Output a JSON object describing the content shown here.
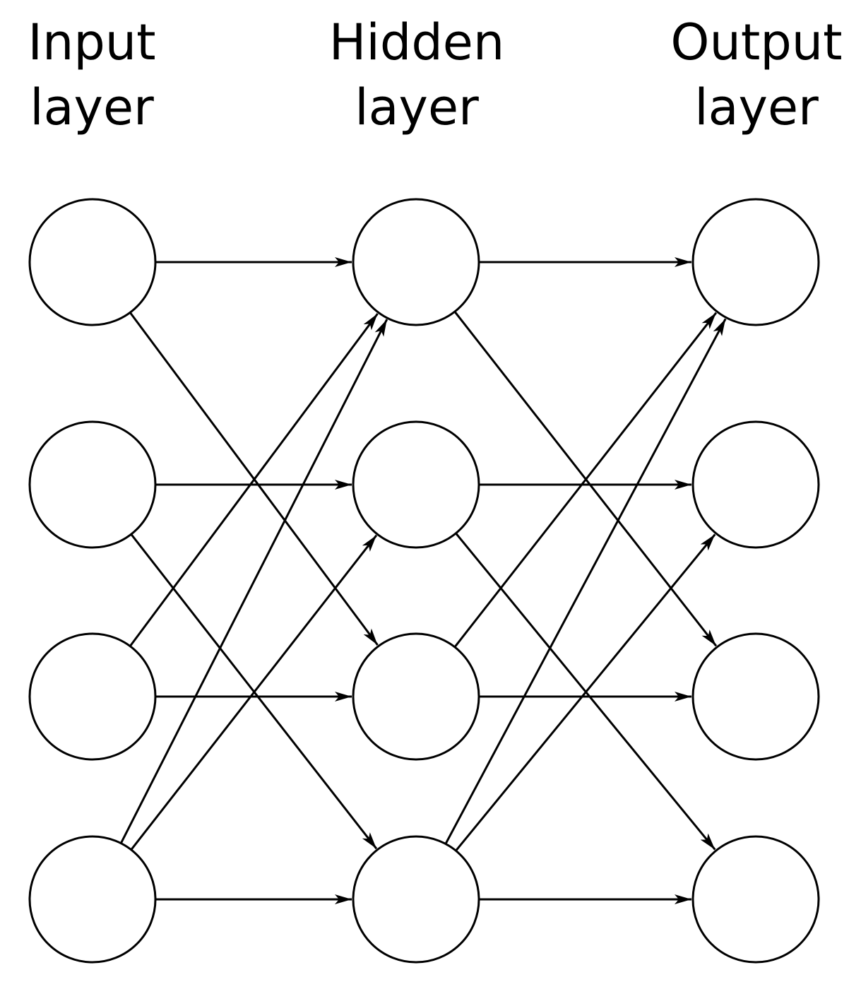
{
  "layers": [
    {
      "id": "input",
      "title_line1": "Input",
      "title_line2": "layer",
      "neurons": 4
    },
    {
      "id": "hidden",
      "title_line1": "Hidden",
      "title_line2": "layer",
      "neurons": 4
    },
    {
      "id": "output",
      "title_line1": "Output",
      "title_line2": "layer",
      "neurons": 4
    }
  ],
  "connections": [
    {
      "from": [
        "input",
        0
      ],
      "to": [
        "hidden",
        0
      ]
    },
    {
      "from": [
        "input",
        0
      ],
      "to": [
        "hidden",
        2
      ]
    },
    {
      "from": [
        "input",
        1
      ],
      "to": [
        "hidden",
        1
      ]
    },
    {
      "from": [
        "input",
        1
      ],
      "to": [
        "hidden",
        3
      ]
    },
    {
      "from": [
        "input",
        2
      ],
      "to": [
        "hidden",
        0
      ]
    },
    {
      "from": [
        "input",
        2
      ],
      "to": [
        "hidden",
        2
      ]
    },
    {
      "from": [
        "input",
        3
      ],
      "to": [
        "hidden",
        0
      ]
    },
    {
      "from": [
        "input",
        3
      ],
      "to": [
        "hidden",
        1
      ]
    },
    {
      "from": [
        "input",
        3
      ],
      "to": [
        "hidden",
        3
      ]
    },
    {
      "from": [
        "hidden",
        0
      ],
      "to": [
        "output",
        0
      ]
    },
    {
      "from": [
        "hidden",
        0
      ],
      "to": [
        "output",
        2
      ]
    },
    {
      "from": [
        "hidden",
        1
      ],
      "to": [
        "output",
        1
      ]
    },
    {
      "from": [
        "hidden",
        1
      ],
      "to": [
        "output",
        3
      ]
    },
    {
      "from": [
        "hidden",
        2
      ],
      "to": [
        "output",
        0
      ]
    },
    {
      "from": [
        "hidden",
        2
      ],
      "to": [
        "output",
        2
      ]
    },
    {
      "from": [
        "hidden",
        3
      ],
      "to": [
        "output",
        0
      ]
    },
    {
      "from": [
        "hidden",
        3
      ],
      "to": [
        "output",
        1
      ]
    },
    {
      "from": [
        "hidden",
        3
      ],
      "to": [
        "output",
        3
      ]
    }
  ],
  "colors": {
    "stroke": "#000000",
    "fill": "#ffffff",
    "background": "#ffffff"
  }
}
